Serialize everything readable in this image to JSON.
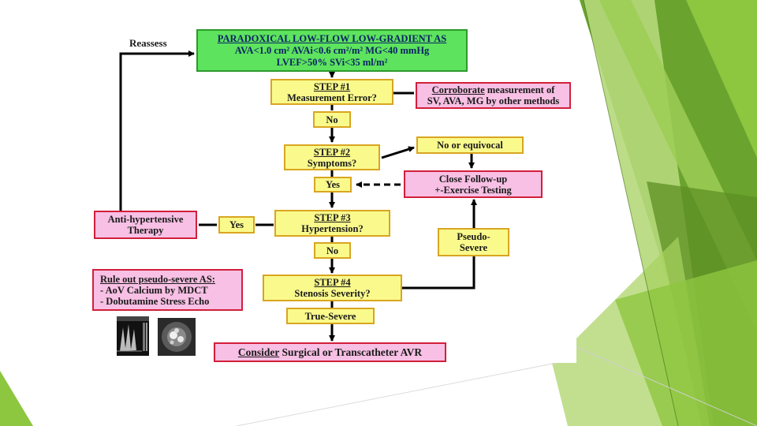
{
  "colors": {
    "green_fill": "#5de35d",
    "yellow_fill": "#fafa8c",
    "yellow_border": "#d9a520",
    "pink_fill": "#f7c0e4",
    "pink_border": "#d21f3b",
    "accent_green": "#8dc63f"
  },
  "reassess_label": "Reassess",
  "header": {
    "title": "PARADOXICAL  LOW-FLOW  LOW-GRADIENT  AS",
    "line2": "AVA<1.0 cm²    AVAi<0.6 cm²/m²    MG<40 mmHg",
    "line3": "LVEF>50%   SVi<35 ml/m²"
  },
  "step1": {
    "title": "STEP #1",
    "text": "Measurement Error?"
  },
  "corroborate": {
    "em": "Corroborate",
    "rest": " measurement of",
    "line2": "SV, AVA, MG by other methods"
  },
  "no1": "No",
  "step2": {
    "title": "STEP #2",
    "text": "Symptoms?"
  },
  "no_equivocal": "No or equivocal",
  "followup": {
    "line1": "Close Follow-up",
    "line2": "+-Exercise Testing"
  },
  "yes2": "Yes",
  "antihyper": {
    "line1": "Anti-hypertensive",
    "line2": "Therapy"
  },
  "yes3": "Yes",
  "step3": {
    "title": "STEP #3",
    "text": "Hypertension?"
  },
  "pseudo_severe": {
    "line1": "Pseudo-",
    "line2": "Severe"
  },
  "no3": "No",
  "ruleout": {
    "title": "Rule out pseudo-severe AS:",
    "item1": " - AoV Calcium by MDCT",
    "item2": " - Dobutamine Stress Echo"
  },
  "step4": {
    "title": "STEP #4",
    "text": "Stenosis Severity?"
  },
  "true_severe": "True-Severe",
  "consider": {
    "em": "Consider",
    "rest": " Surgical or Transcatheter  AVR"
  },
  "icons": {
    "echo": "echo-doppler-image",
    "ct": "ct-calcium-scan-image"
  }
}
